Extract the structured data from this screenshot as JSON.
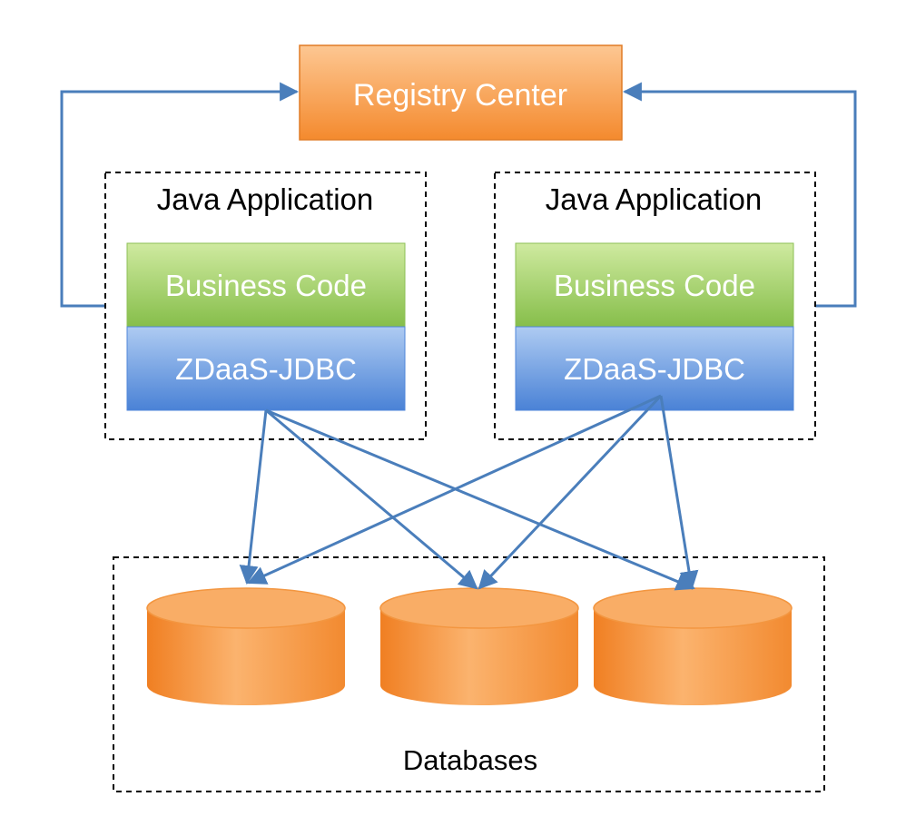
{
  "registry": {
    "label": "Registry Center"
  },
  "applications": [
    {
      "title": "Java Application",
      "business_label": "Business Code",
      "jdbc_label": "ZDaaS-JDBC"
    },
    {
      "title": "Java Application",
      "business_label": "Business Code",
      "jdbc_label": "ZDaaS-JDBC"
    }
  ],
  "databases": {
    "label": "Databases",
    "count": 3
  },
  "colors": {
    "orange_light": "#fcc08a",
    "orange_dark": "#f48a2e",
    "green_light": "#c9e79b",
    "green_dark": "#8cc152",
    "blue_light": "#a9c7f0",
    "blue_dark": "#4f86d9",
    "arrow": "#4a7ebb",
    "dash": "#000000",
    "label_white": "#ffffff",
    "label_dark": "#000000"
  }
}
